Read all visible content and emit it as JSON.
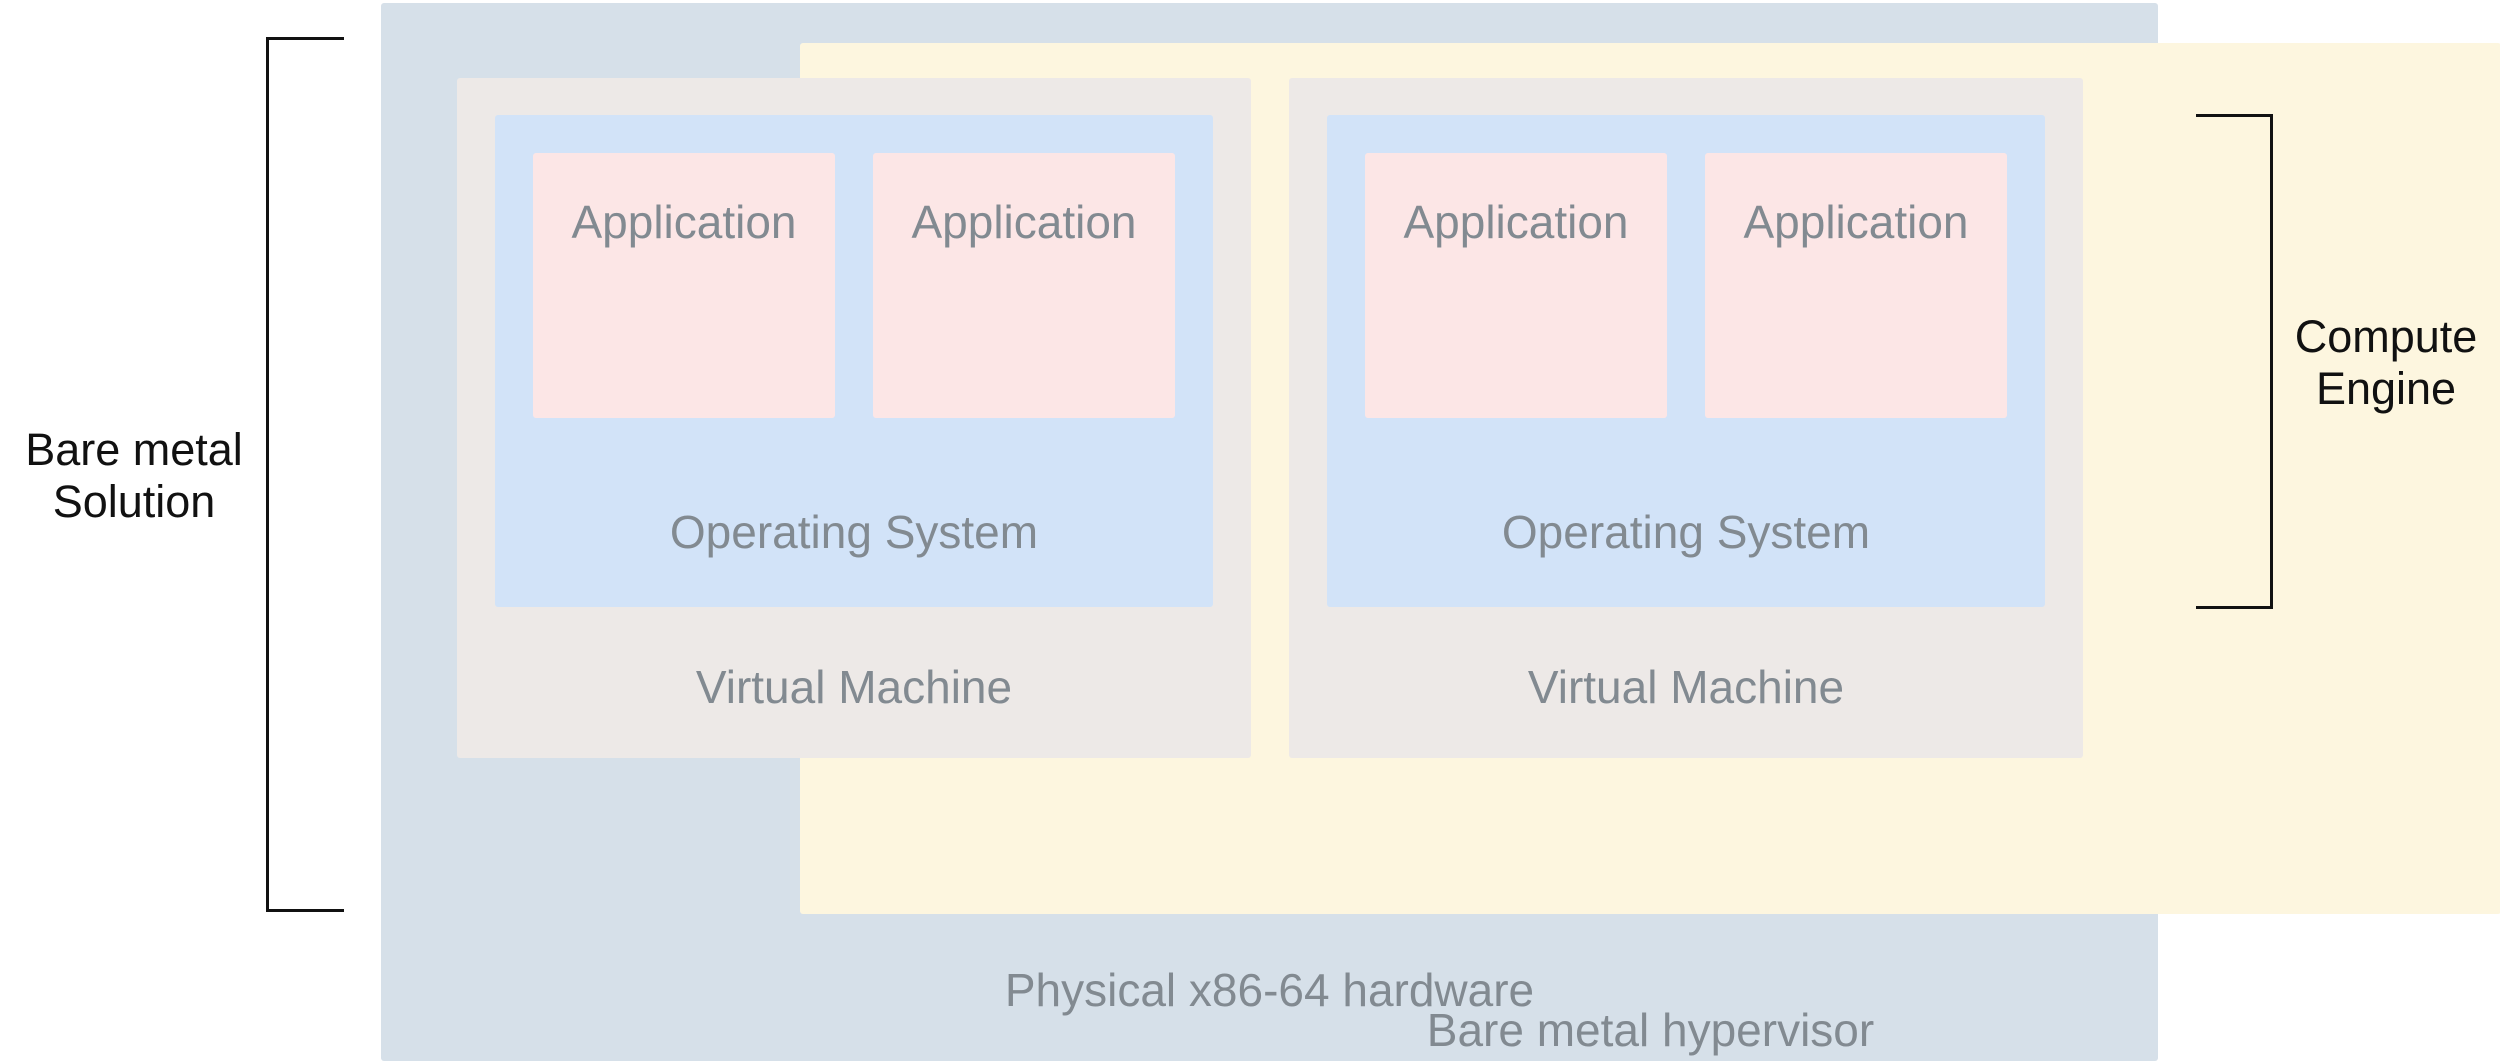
{
  "layers": {
    "hardware_label": "Physical x86-64 hardware",
    "hypervisor_label": "Bare metal hypervisor",
    "virtual_machines": [
      {
        "label": "Virtual Machine",
        "os_label": "Operating System",
        "applications": [
          "Application",
          "Application"
        ]
      },
      {
        "label": "Virtual Machine",
        "os_label": "Operating System",
        "applications": [
          "Application",
          "Application"
        ]
      }
    ]
  },
  "brackets": {
    "bare_metal_solution": [
      "Bare metal",
      "Solution"
    ],
    "compute_engine": [
      "Compute",
      "Engine"
    ]
  },
  "colors": {
    "hardware": "#d6e0e9",
    "hypervisor": "#fdf6df",
    "virtual_machine": "#ede9e7",
    "operating_system": "#d2e3f8",
    "application": "#fce6e6",
    "layer_text": "#828a91",
    "bracket": "#111111"
  }
}
